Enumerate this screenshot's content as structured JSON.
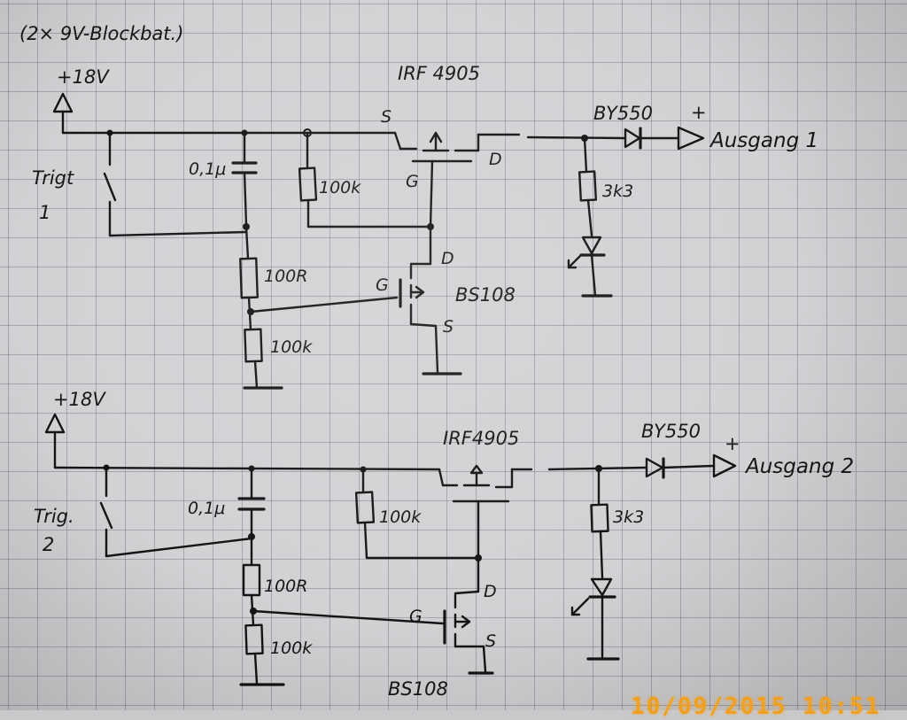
{
  "sheet_note": "(2× 9V-Blockbat.)",
  "circuit_1": {
    "supply": "+18V",
    "trigger": [
      "Trigt",
      "1"
    ],
    "cap": "0,1μ",
    "r_gate": "100k",
    "r_series": "100R",
    "r_pulldown": "100k",
    "mosfet_p": "IRF 4905",
    "mosfet_p_pins": {
      "s": "S",
      "g": "G",
      "d": "D"
    },
    "mosfet_n": "BS108",
    "mosfet_n_pins": {
      "g": "G",
      "d": "D",
      "s": "S"
    },
    "diode": "BY550",
    "output_plus": "+",
    "output": "Ausgang 1",
    "r_led": "3k3"
  },
  "circuit_2": {
    "supply": "+18V",
    "trigger": [
      "Trig.",
      "2"
    ],
    "cap": "0,1μ",
    "r_gate": "100k",
    "r_series": "100R",
    "r_pulldown": "100k",
    "mosfet_p": "IRF4905",
    "mosfet_n": "BS108",
    "mosfet_n_pins": {
      "g": "G",
      "d": "D",
      "s": "S"
    },
    "diode": "BY550",
    "output_plus": "+",
    "output": "Ausgang 2",
    "r_led": "3k3"
  },
  "timestamp": "10/09/2015  10:51",
  "colors": {
    "paper": "#d2d1d4",
    "ink": "#141414",
    "grid": "#5f5f6e",
    "stamp": "#f0a020"
  }
}
